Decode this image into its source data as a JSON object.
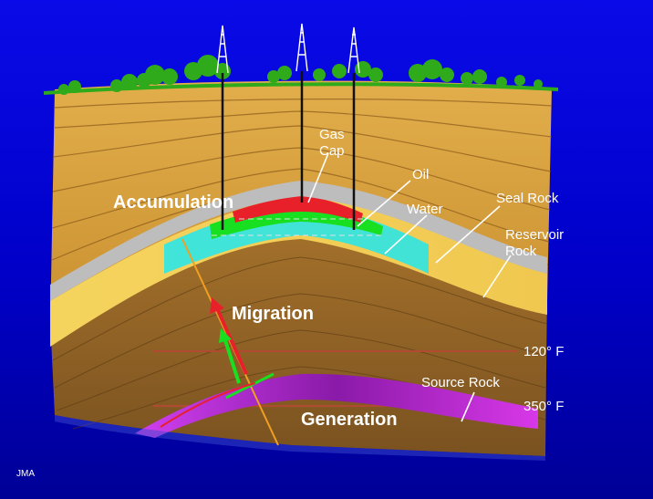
{
  "diagram": {
    "labels": {
      "gas_cap_line1": "Gas",
      "gas_cap_line2": "Cap",
      "oil": "Oil",
      "water": "Water",
      "seal_rock": "Seal Rock",
      "reservoir_rock_line1": "Reservoir",
      "reservoir_rock_line2": "Rock",
      "accumulation": "Accumulation",
      "migration": "Migration",
      "generation": "Generation",
      "source_rock": "Source Rock",
      "temp_120": "120° F",
      "temp_350": "350° F",
      "credit": "JMA"
    },
    "colors": {
      "background": "#0000c8",
      "overburden": "#d9a441",
      "lower_rock": "#9a6a2a",
      "seal_rock": "#b8b8b8",
      "reservoir_rock": "#f3cd5a",
      "gas": "#e8202a",
      "oil": "#18e020",
      "water": "#2ee6e6",
      "source_rock": "#b02ad0",
      "trees": "#2faa1a",
      "isotherm": "#b04a30"
    },
    "icons": [
      "oil-derrick-icon",
      "tree-icon"
    ]
  }
}
